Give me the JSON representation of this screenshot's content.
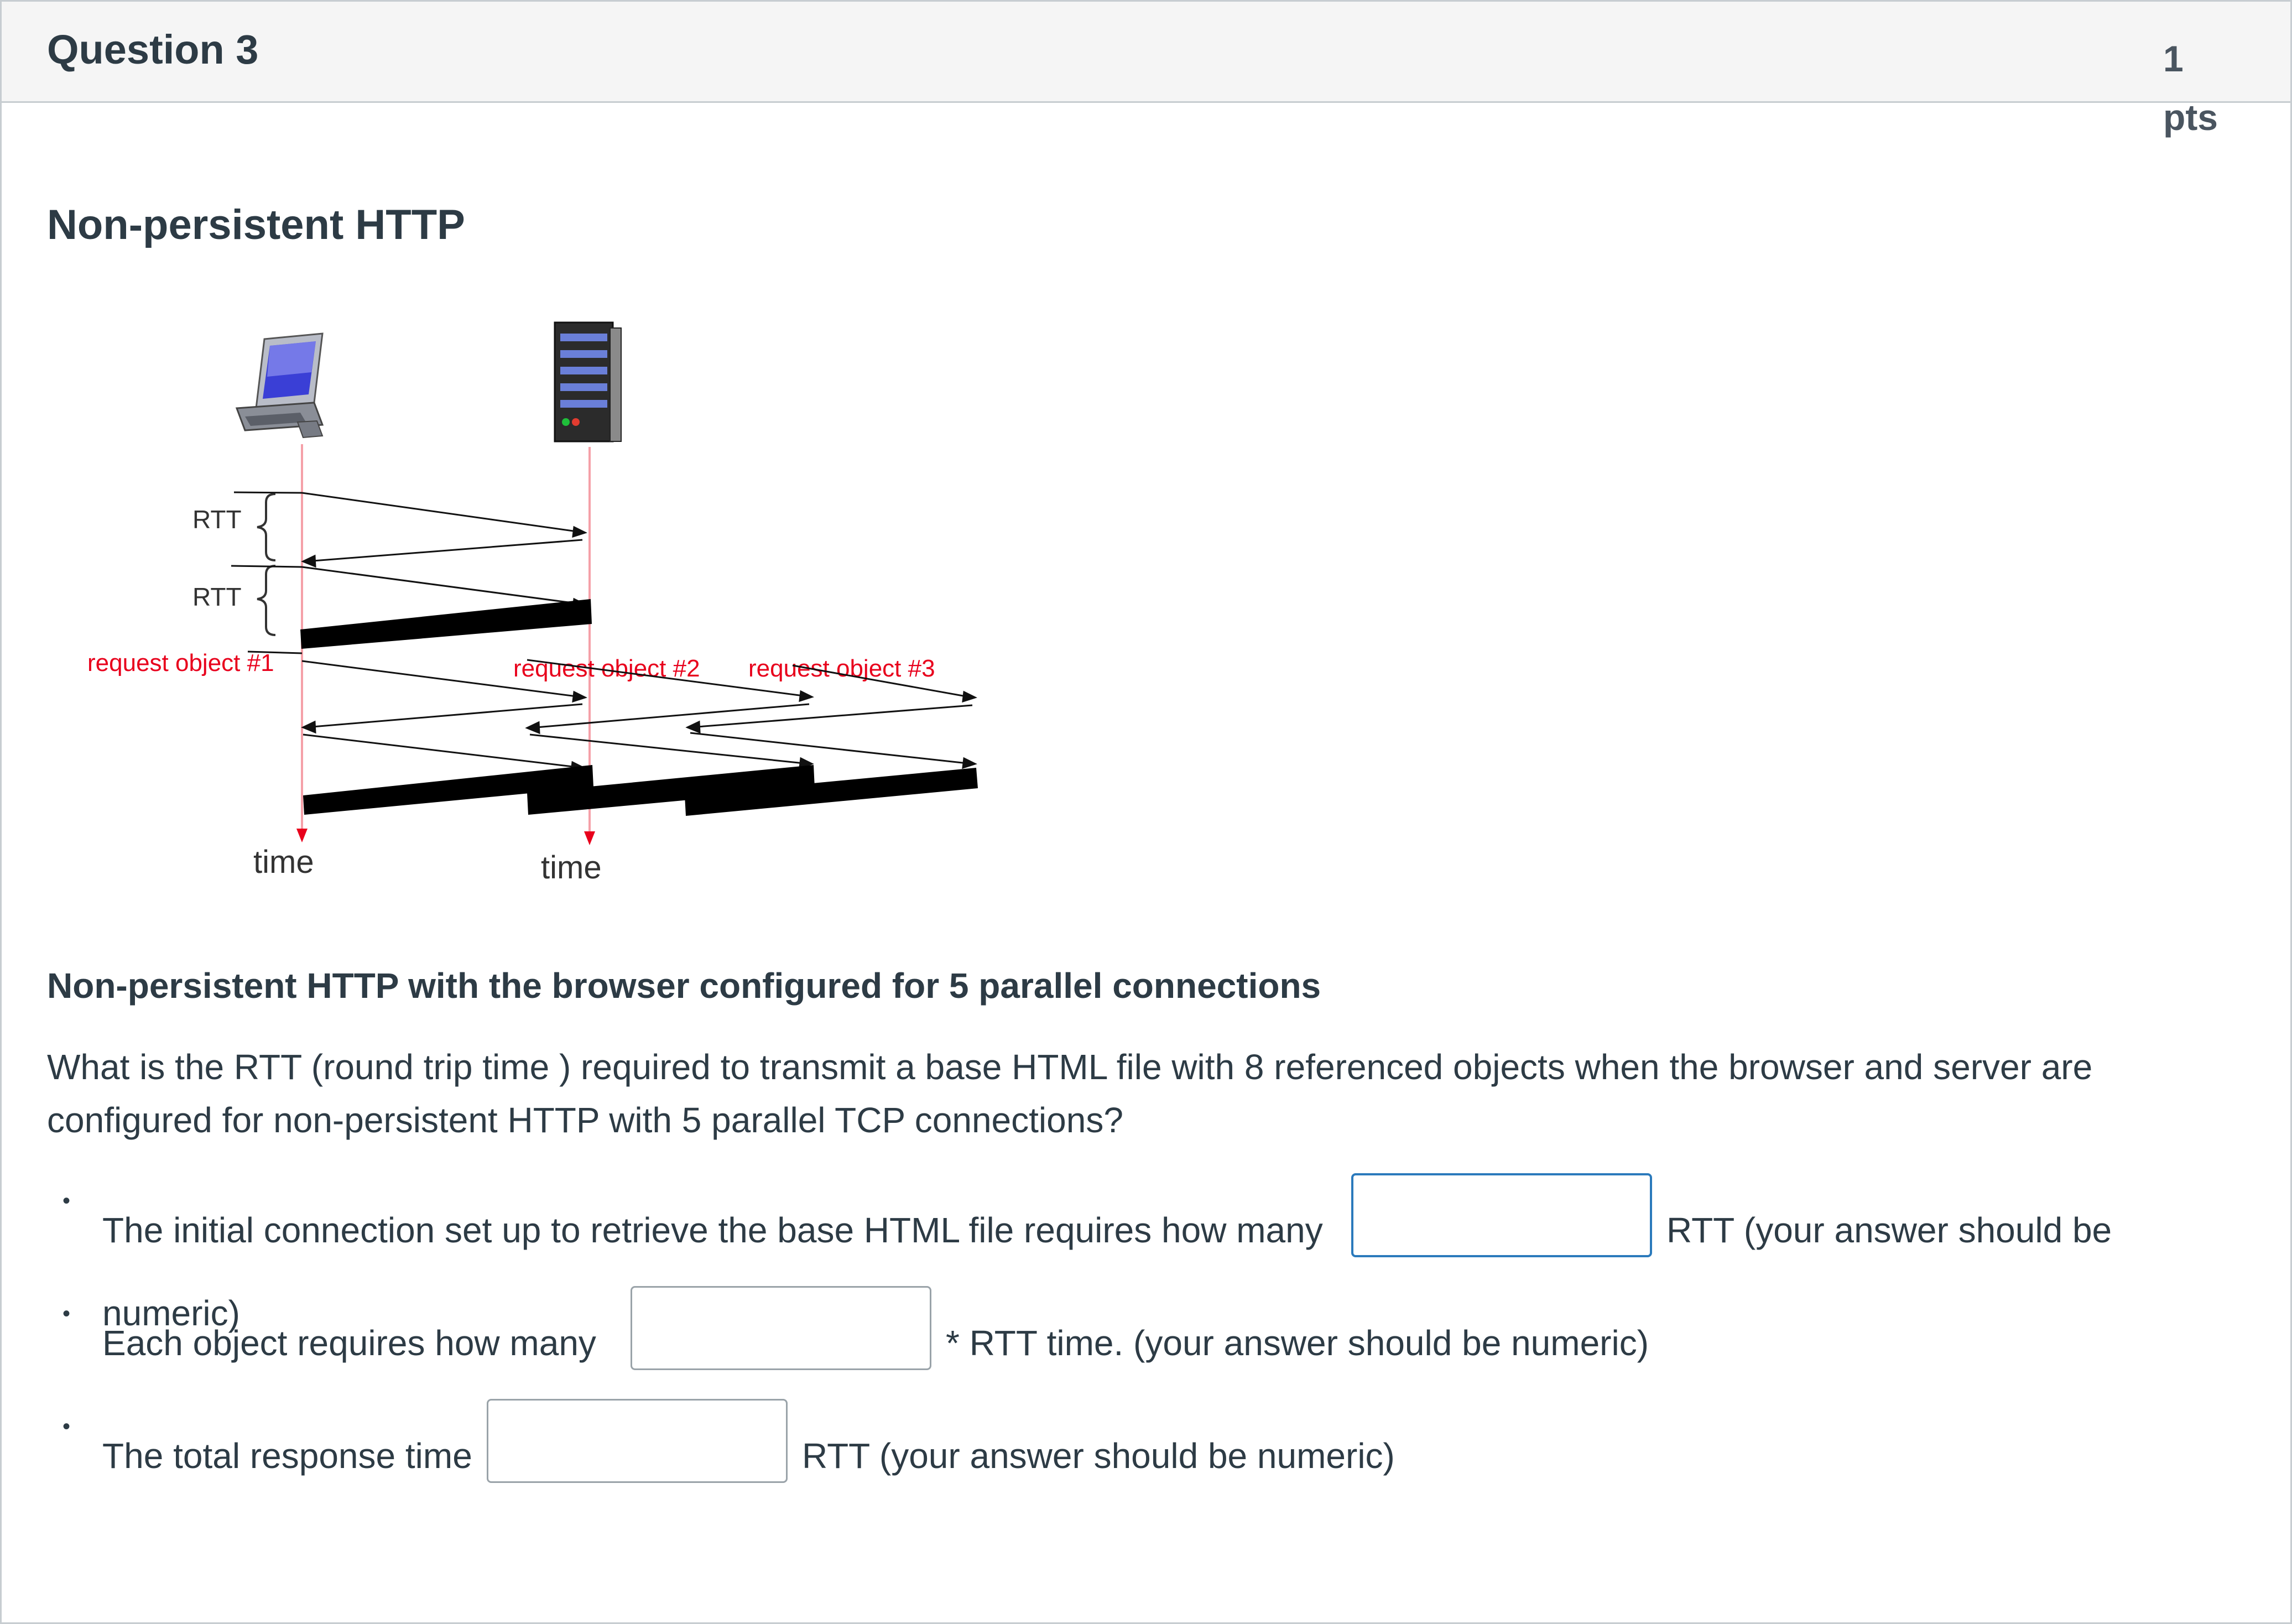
{
  "question": {
    "title": "Question 3",
    "points_number": "1",
    "points_unit": "pts"
  },
  "section_heading": "Non-persistent HTTP",
  "diagram": {
    "rtt_labels": [
      "RTT",
      "RTT"
    ],
    "request_labels": [
      "request object #1",
      "request object #2",
      "request object #3"
    ],
    "time_labels": [
      "time",
      "time"
    ],
    "colors": {
      "red": "#e8001c",
      "pink": "#f5a0a8",
      "black": "#000000",
      "gray": "#555555"
    }
  },
  "subheading": "Non-persistent HTTP with the browser configured for 5 parallel connections",
  "question_text": "What is the RTT (round trip time ) required to transmit a base HTML file with 8 referenced objects when the browser and server are configured for non-persistent HTTP with 5 parallel TCP connections?",
  "items": [
    {
      "prefix": "The initial connection set up to retrieve the base HTML file requires how many",
      "suffix": "RTT (your answer should be",
      "wrap": "numeric)",
      "value": ""
    },
    {
      "prefix": "Each object  requires how many",
      "suffix": "* RTT time. (your answer should be numeric)",
      "value": ""
    },
    {
      "prefix": "The total response time",
      "suffix": "RTT (your answer should be numeric)",
      "value": ""
    }
  ],
  "bullet_char": "•"
}
